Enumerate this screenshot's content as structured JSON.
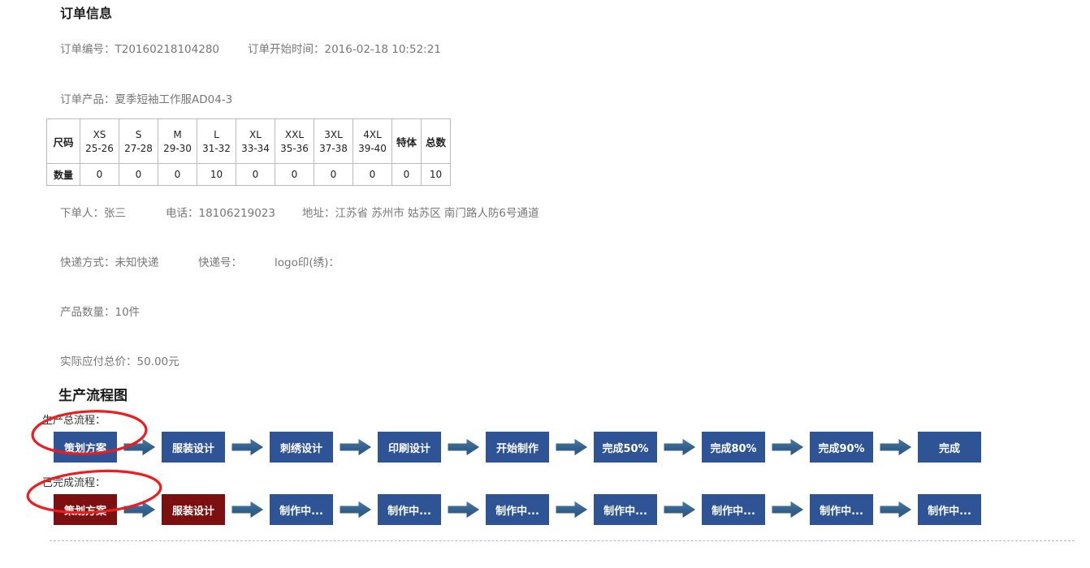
{
  "order": {
    "section_title": "订单信息",
    "order_number_label": "订单编号：",
    "order_number_value": "T20160218104280",
    "start_time_label": "订单开始时间：",
    "start_time_value": "2016-02-18 10:52:21",
    "product_label": "订单产品：",
    "product_value": "夏季短袖工作服AD04-3",
    "buyer_label": "下单人：",
    "buyer_value": "张三",
    "phone_label": "电话：",
    "phone_value": "18106219023",
    "address_label": "地址：",
    "address_value": "江苏省 苏州市 姑苏区 南门路人防6号通道",
    "express_label": "快递方式：",
    "express_value": "未知快递",
    "express_no_label": "快递号：",
    "express_no_value": "",
    "logo_label": "logo印(绣)：",
    "logo_value": "",
    "quantity_label": "产品数量：",
    "quantity_value": "10件",
    "price_label": "实际应付总价：",
    "price_value": "50.00元"
  },
  "size_table": {
    "row_header_label": "尺码",
    "row_qty_label": "数量",
    "columns": [
      {
        "size": "XS",
        "range": "25-26"
      },
      {
        "size": "S",
        "range": "27-28"
      },
      {
        "size": "M",
        "range": "29-30"
      },
      {
        "size": "L",
        "range": "31-32"
      },
      {
        "size": "XL",
        "range": "33-34"
      },
      {
        "size": "XXL",
        "range": "35-36"
      },
      {
        "size": "3XL",
        "range": "37-38"
      },
      {
        "size": "4XL",
        "range": "39-40"
      }
    ],
    "special_label": "特体",
    "total_label": "总数",
    "quantities": [
      "0",
      "0",
      "0",
      "10",
      "0",
      "0",
      "0",
      "0"
    ],
    "special_qty": "0",
    "total_qty": "10"
  },
  "flow": {
    "title": "生产流程图",
    "total_label": "生产总流程：",
    "done_label": "已完成流程：",
    "colors": {
      "step_blue": "#2e5496",
      "step_red": "#7c1010",
      "arrow": "#32618d",
      "annotation_red": "#ee1c1c"
    },
    "total_steps": [
      {
        "label": "策划方案",
        "state": "pending"
      },
      {
        "label": "服装设计",
        "state": "pending"
      },
      {
        "label": "刺绣设计",
        "state": "pending"
      },
      {
        "label": "印刷设计",
        "state": "pending"
      },
      {
        "label": "开始制作",
        "state": "pending"
      },
      {
        "label": "完成50%",
        "state": "pending"
      },
      {
        "label": "完成80%",
        "state": "pending"
      },
      {
        "label": "完成90%",
        "state": "pending"
      },
      {
        "label": "完成",
        "state": "pending"
      }
    ],
    "done_steps": [
      {
        "label": "策划方案",
        "state": "done"
      },
      {
        "label": "服装设计",
        "state": "done"
      },
      {
        "label": "制作中...",
        "state": "pending"
      },
      {
        "label": "制作中...",
        "state": "pending"
      },
      {
        "label": "制作中...",
        "state": "pending"
      },
      {
        "label": "制作中...",
        "state": "pending"
      },
      {
        "label": "制作中...",
        "state": "pending"
      },
      {
        "label": "制作中...",
        "state": "pending"
      },
      {
        "label": "制作中...",
        "state": "pending"
      }
    ]
  }
}
